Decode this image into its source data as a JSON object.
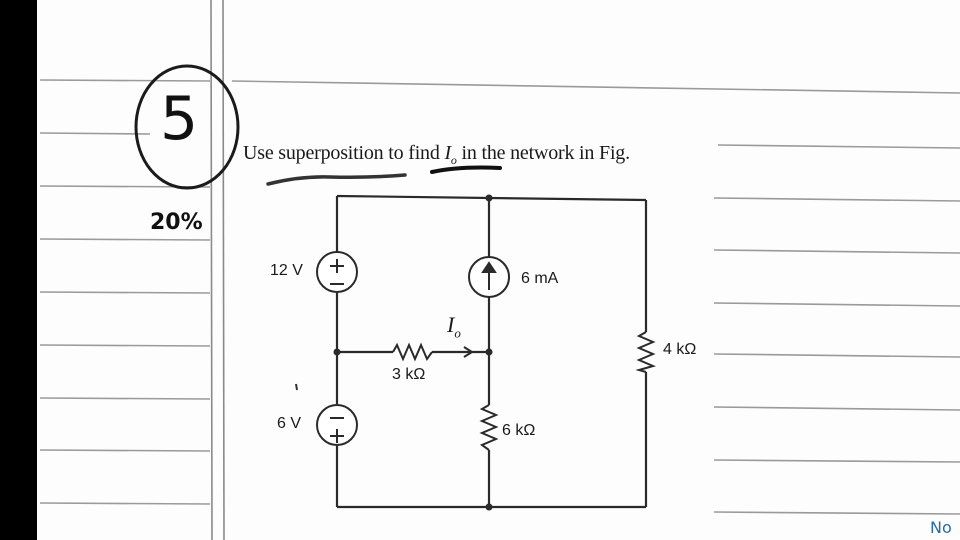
{
  "problem": {
    "number": "5",
    "points": "20%",
    "text_before": "Use superposition to find ",
    "variable": "I",
    "variable_sub": "o",
    "text_after": " in the network in Fig."
  },
  "circuit": {
    "source_top": "12 V",
    "source_bottom": "6 V",
    "current_source": "6 mA",
    "resistor_middle": "3 kΩ",
    "resistor_right": "4 kΩ",
    "resistor_bottom": "6 kΩ",
    "current_label": "I",
    "current_label_sub": "o"
  },
  "corner_scribble": "No"
}
